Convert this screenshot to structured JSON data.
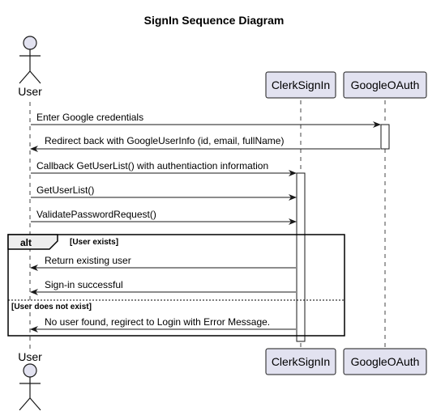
{
  "title": "SignIn Sequence Diagram",
  "colors": {
    "participant_fill": "#E2E2F0",
    "participant_stroke": "#181818",
    "lifeline": "#181818",
    "activation_fill": "#FFFFFF",
    "frame_stroke": "#000000"
  },
  "participants": [
    {
      "id": "user",
      "label": "User",
      "kind": "actor",
      "icon": "actor-stick-figure-icon"
    },
    {
      "id": "clerk",
      "label": "ClerkSignIn",
      "kind": "participant"
    },
    {
      "id": "google",
      "label": "GoogleOAuth",
      "kind": "participant"
    }
  ],
  "messages": [
    {
      "from": "user",
      "to": "google",
      "label": "Enter Google credentials"
    },
    {
      "from": "google",
      "to": "user",
      "label": "Redirect back with GoogleUserInfo (id, email, fullName)"
    },
    {
      "from": "user",
      "to": "clerk",
      "label": "Callback GetUserList() with authentiaction information"
    },
    {
      "from": "user",
      "to": "clerk",
      "label": "GetUserList()"
    },
    {
      "from": "user",
      "to": "clerk",
      "label": "ValidatePasswordRequest()"
    },
    {
      "from": "clerk",
      "to": "user",
      "label": "Return existing user"
    },
    {
      "from": "clerk",
      "to": "user",
      "label": "Sign-in successful"
    },
    {
      "from": "clerk",
      "to": "user",
      "label": "No user found, regirect to Login with Error Message."
    }
  ],
  "alt_fragment": {
    "keyword": "alt",
    "conditions": [
      "[User exists]",
      "[User does not exist]"
    ]
  }
}
